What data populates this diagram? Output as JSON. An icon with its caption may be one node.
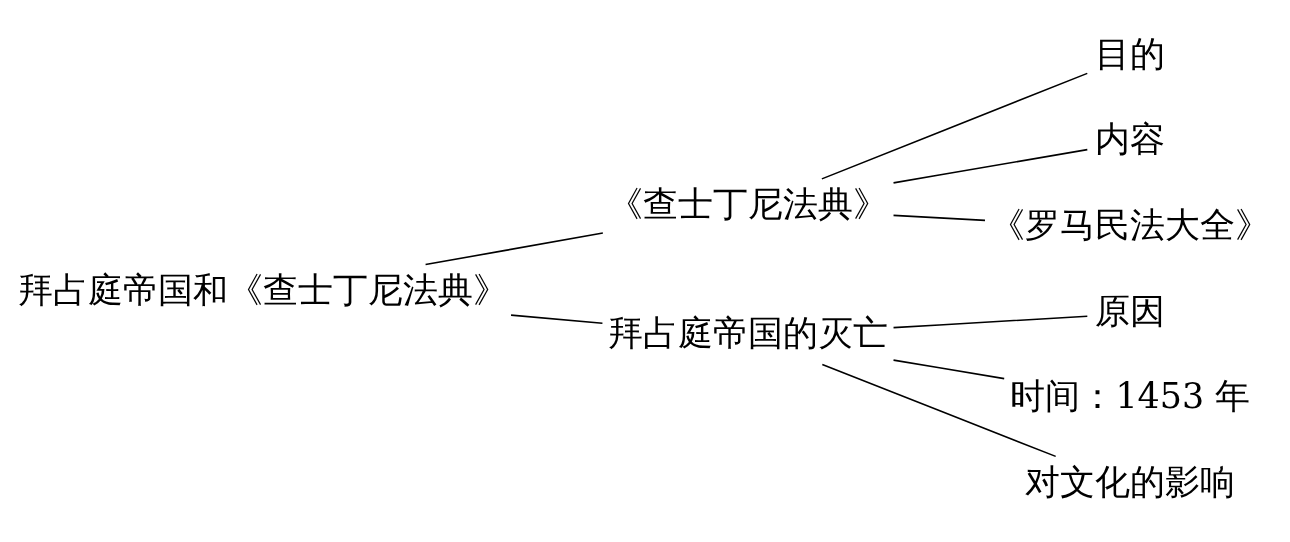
{
  "diagram": {
    "nodes": [
      {
        "text": [
          "拜占庭帝国和《查士丁尼法典》"
        ]
      },
      {
        "text": [
          "《查士丁尼法典》"
        ]
      },
      {
        "text": [
          "目的"
        ]
      },
      {
        "text": [
          "内容"
        ]
      },
      {
        "text": [
          "《罗马民法大全》"
        ]
      },
      {
        "text": [
          "拜占庭帝国的灭亡"
        ]
      },
      {
        "text": [
          "原因"
        ]
      },
      {
        "text": [
          "时间：1453 年"
        ]
      },
      {
        "text": [
          "对文化的影响"
        ]
      }
    ],
    "edges": [
      {
        "from": 0,
        "to": 1,
        "arrow": "none"
      },
      {
        "from": 0,
        "to": 5,
        "arrow": "none"
      },
      {
        "from": 1,
        "to": 2,
        "arrow": "none"
      },
      {
        "from": 1,
        "to": 3,
        "arrow": "none"
      },
      {
        "from": 1,
        "to": 4,
        "arrow": "none"
      },
      {
        "from": 5,
        "to": 6,
        "arrow": "none"
      },
      {
        "from": 5,
        "to": 7,
        "arrow": "none"
      },
      {
        "from": 5,
        "to": 8,
        "arrow": "none"
      }
    ]
  }
}
